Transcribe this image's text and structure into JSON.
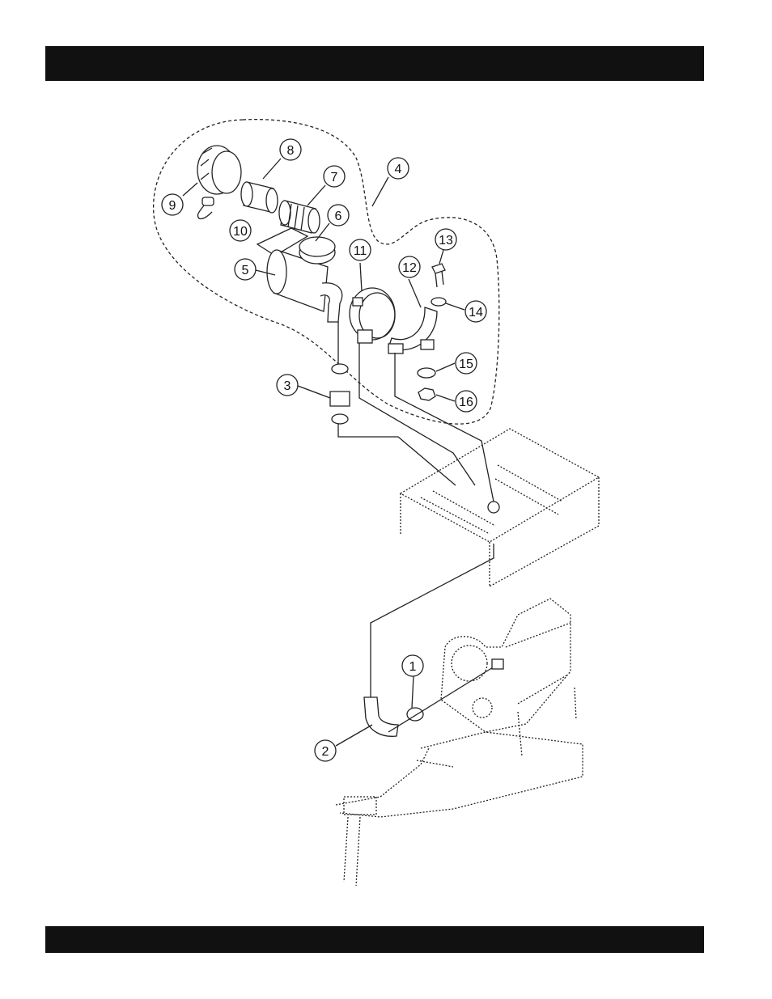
{
  "header": {
    "title": ""
  },
  "footer": {
    "text": ""
  },
  "callouts": [
    {
      "number": "1",
      "part": "hose-clamp"
    },
    {
      "number": "2",
      "part": "elbow-hose"
    },
    {
      "number": "3",
      "part": "hose-coupling"
    },
    {
      "number": "4",
      "part": "air-cleaner-assembly"
    },
    {
      "number": "5",
      "part": "air-cleaner-body"
    },
    {
      "number": "6",
      "part": "cap"
    },
    {
      "number": "7",
      "part": "element"
    },
    {
      "number": "8",
      "part": "safety-element"
    },
    {
      "number": "9",
      "part": "cover"
    },
    {
      "number": "10",
      "part": "valve"
    },
    {
      "number": "11",
      "part": "band"
    },
    {
      "number": "12",
      "part": "band"
    },
    {
      "number": "13",
      "part": "bolt"
    },
    {
      "number": "14",
      "part": "washer"
    },
    {
      "number": "15",
      "part": "lock-washer"
    },
    {
      "number": "16",
      "part": "nut"
    }
  ]
}
